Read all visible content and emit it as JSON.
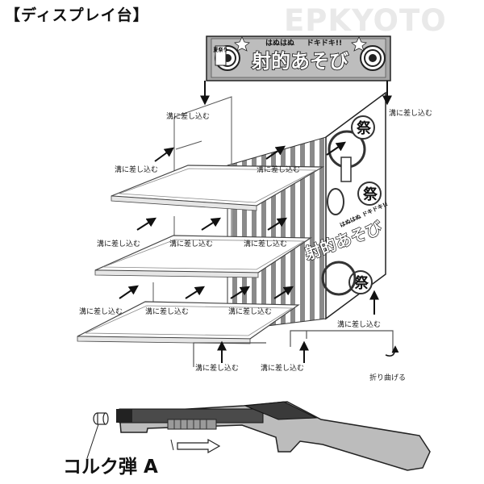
{
  "title": "【ディスプレイ台】",
  "watermark": "EPKYOTO",
  "banner": {
    "small_left": "はぬはぬ",
    "small_right": "ドキドキ!!",
    "main": "射的あそび",
    "tag": "夏祭り"
  },
  "back_panel": {
    "festival_char": "祭",
    "small_text": "はぬはぬ ドキドキ!!",
    "main_text": "射的あそび"
  },
  "labels": {
    "insert": "溝に差し込む",
    "fold": "折り曲げる",
    "cork": "コルク弾 A"
  }
}
